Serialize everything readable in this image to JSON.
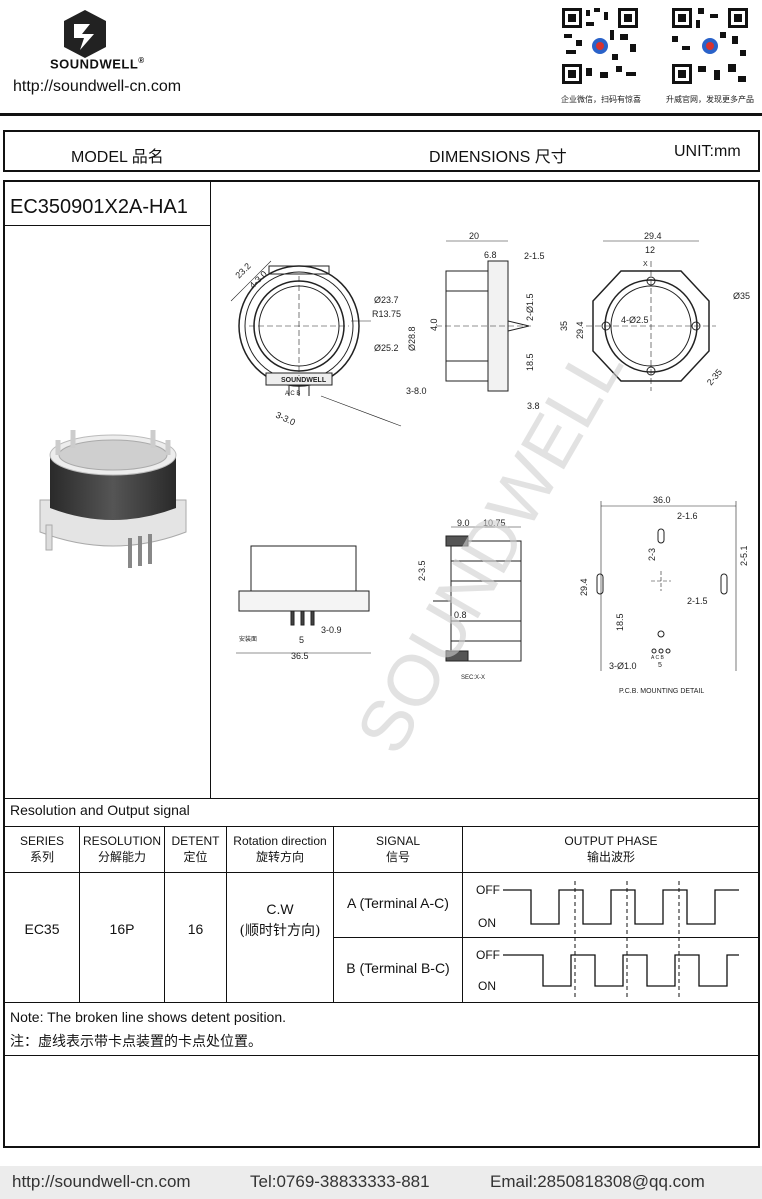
{
  "header": {
    "brand": "SOUNDWELL",
    "registered": "®",
    "url": "http://soundwell-cn.com",
    "qr1_caption": "企业微信，扫码有惊喜",
    "qr2_caption": "升威官网，发现更多产品"
  },
  "model_bar": {
    "model_label": "MODEL 品名",
    "dimensions_label": "DIMENSIONS 尺寸",
    "unit_label": "UNIT:mm"
  },
  "product": {
    "model_number": "EC350901X2A-HA1",
    "watermark": "SOUNDWELL"
  },
  "drawing": {
    "front": {
      "d1": "23.2",
      "d2": "4-3.0",
      "d3": "Ø23.7",
      "d4": "R13.75",
      "d5": "Ø28.8",
      "d6": "Ø25.2",
      "d7": "3-3.0",
      "brand_mark": "SOUNDWELL",
      "pins": "A C B"
    },
    "side": {
      "d1": "20",
      "d2": "6.8",
      "d3": "2-1.5",
      "d4": "2-Ø1.5",
      "d5": "4.0",
      "d6": "18.5",
      "d7": "3-8.0",
      "d8": "3.8"
    },
    "back": {
      "d1": "29.4",
      "d2": "12",
      "d3": "X",
      "d4": "Ø35",
      "d5": "35",
      "d6": "29.4",
      "d7": "4-Ø2.5",
      "d8": "2-35"
    },
    "bottom": {
      "d1": "安装面",
      "d2": "5",
      "d3": "3-0.9",
      "d4": "36.5"
    },
    "section": {
      "d1": "9.0",
      "d2": "10.75",
      "d3": "2-3.5",
      "d4": "0.8",
      "caption": "SEC:X-X"
    },
    "pcb": {
      "d1": "36.0",
      "d2": "2-1.6",
      "d3": "2-3",
      "d4": "2-5.1",
      "d5": "29.4",
      "d6": "2-1.5",
      "d7": "18.5",
      "d8": "3-Ø1.0",
      "d9": "5",
      "pins": "A C B",
      "caption": "P.C.B. MOUNTING DETAIL"
    }
  },
  "spec": {
    "section_title": "Resolution and Output signal",
    "headers": {
      "series": "SERIES",
      "series_cn": "系列",
      "resolution": "RESOLUTION",
      "resolution_cn": "分解能力",
      "detent": "DETENT",
      "detent_cn": "定位",
      "rotation": "Rotation direction",
      "rotation_cn": "旋转方向",
      "signal": "SIGNAL",
      "signal_cn": "信号",
      "phase": "OUTPUT PHASE",
      "phase_cn": "输出波形"
    },
    "row": {
      "series": "EC35",
      "resolution": "16P",
      "detent": "16",
      "rotation": "C.W",
      "rotation_cn": "(顺时针方向)",
      "signal_a": "A (Terminal A-C)",
      "signal_b": "B (Terminal B-C)"
    },
    "wave_labels": {
      "off": "OFF",
      "on": "ON"
    },
    "note_en": "Note: The broken line shows detent position.",
    "note_cn": "注：虚线表示带卡点装置的卡点处位置。"
  },
  "footer": {
    "url": "http://soundwell-cn.com",
    "tel": "Tel:0769-38833333-881",
    "email": "Email:2850818308@qq.com"
  }
}
